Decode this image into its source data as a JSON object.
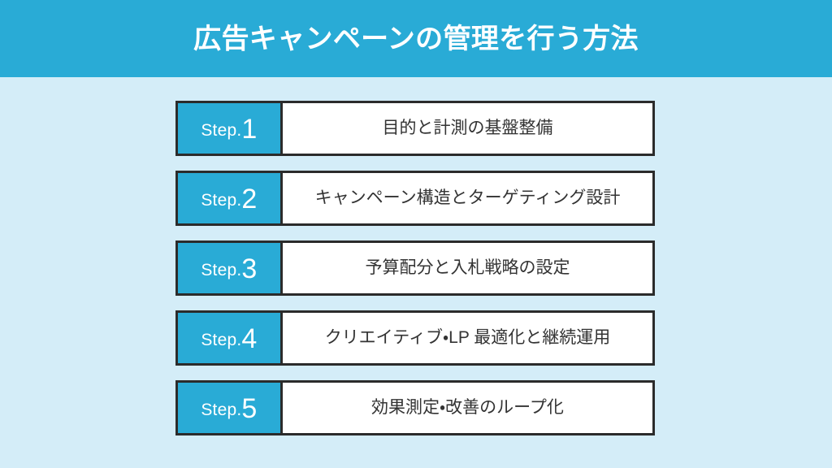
{
  "header": {
    "title": "広告キャンペーンの管理を行う方法",
    "background_color": "#29abd6",
    "text_color": "#ffffff"
  },
  "page": {
    "background_color": "#d4edf8"
  },
  "steps": {
    "badge_color": "#29abd6",
    "border_color": "#2b2b2b",
    "label_text_color": "#333333",
    "items": [
      {
        "badge_word": "Step.",
        "number": "1",
        "label": "目的と計測の基盤整備"
      },
      {
        "badge_word": "Step.",
        "number": "2",
        "label": "キャンペーン構造とターゲティング設計"
      },
      {
        "badge_word": "Step.",
        "number": "3",
        "label": "予算配分と入札戦略の設定"
      },
      {
        "badge_word": "Step.",
        "number": "4",
        "label": "クリエイティブ・LP 最適化と継続運用"
      },
      {
        "badge_word": "Step.",
        "number": "5",
        "label": "効果測定・改善のループ化"
      }
    ]
  }
}
